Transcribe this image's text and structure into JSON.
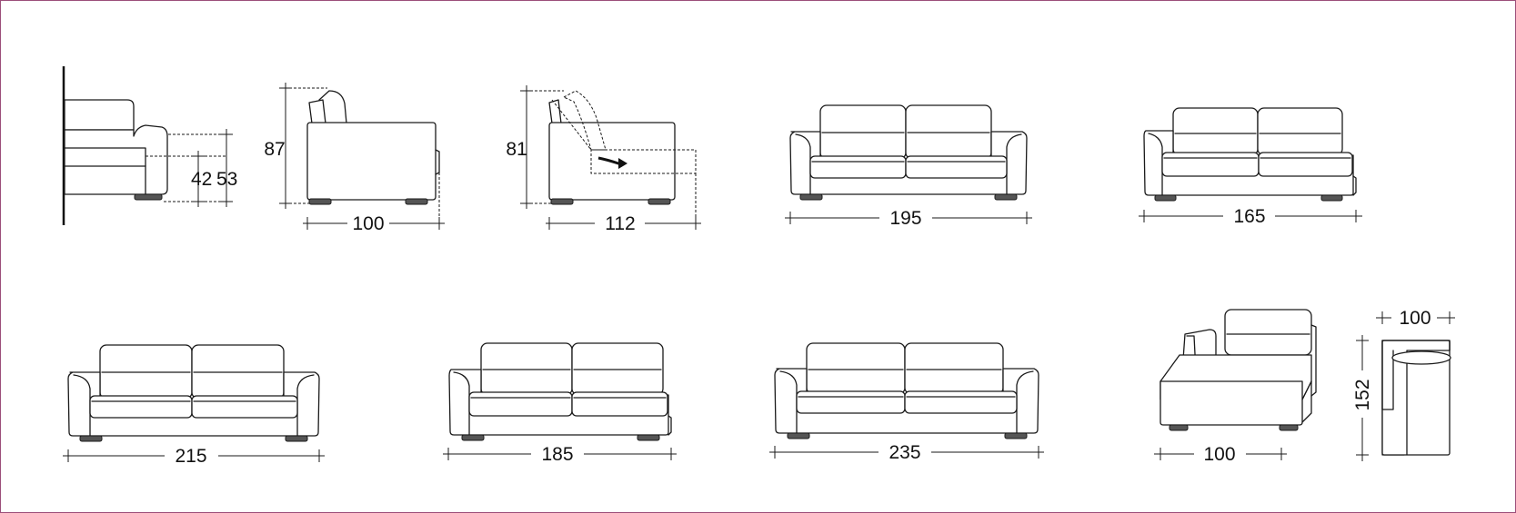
{
  "dimensions": {
    "seat_height": "42",
    "arm_height": "53",
    "back_height": "87",
    "depth": "100",
    "back_height_reclined": "81",
    "depth_extended": "112",
    "sofa_195": "195",
    "sofa_165": "165",
    "sofa_215": "215",
    "sofa_185": "185",
    "sofa_235": "235",
    "chaise_width": "100",
    "chaise_plan_width": "100",
    "chaise_length": "152"
  }
}
